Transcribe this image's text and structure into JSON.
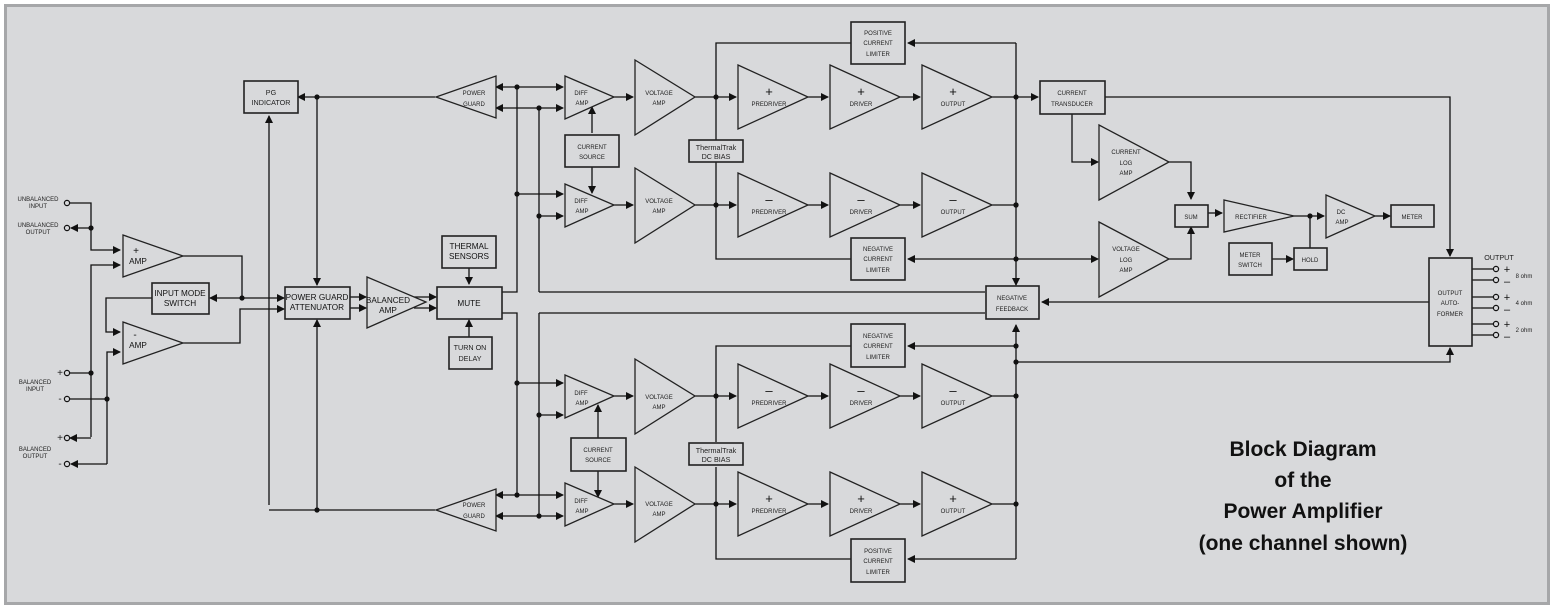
{
  "title": {
    "lines": [
      "Block Diagram",
      "of the",
      "Power Amplifier",
      "(one channel shown)"
    ]
  },
  "inputs": {
    "unbalanced_input": [
      "UNBALANCED",
      "INPUT"
    ],
    "unbalanced_output": [
      "UNBALANCED",
      "OUTPUT"
    ],
    "balanced_input": [
      "BALANCED",
      "INPUT"
    ],
    "balanced_output": [
      "BALANCED",
      "OUTPUT"
    ],
    "plus": "+",
    "minus": "-"
  },
  "blocks": {
    "pg_indicator": [
      "PG",
      "INDICATOR"
    ],
    "plus_amp": [
      "+",
      "AMP"
    ],
    "minus_amp": [
      "-",
      "AMP"
    ],
    "input_mode_switch": [
      "INPUT MODE",
      "SWITCH"
    ],
    "power_guard_attenuator": [
      "POWER GUARD",
      "ATTENUATOR"
    ],
    "balanced_amp": [
      "BALANCED",
      "AMP"
    ],
    "thermal_sensors": [
      "THERMAL",
      "SENSORS"
    ],
    "mute": "MUTE",
    "turn_on_delay": [
      "TURN ON",
      "DELAY"
    ],
    "power_guard": [
      "POWER",
      "GUARD"
    ],
    "diff_amp": [
      "DIFF",
      "AMP"
    ],
    "current_source": [
      "CURRENT",
      "SOURCE"
    ],
    "voltage_amp": [
      "VOLTAGE",
      "AMP"
    ],
    "thermaltrak": [
      "ThermalTrak",
      "DC BIAS"
    ],
    "predriver": "PREDRIVER",
    "driver": "DRIVER",
    "output": "OUTPUT",
    "positive_current_limiter": [
      "POSITIVE",
      "CURRENT",
      "LIMITER"
    ],
    "negative_current_limiter": [
      "NEGATIVE",
      "CURRENT",
      "LIMITER"
    ],
    "negative_feedback": [
      "NEGATIVE",
      "FEEDBACK"
    ],
    "current_transducer": [
      "CURRENT",
      "TRANSDUCER"
    ],
    "current_log_amp": [
      "CURRENT",
      "LOG",
      "AMP"
    ],
    "voltage_log_amp": [
      "VOLTAGE",
      "LOG",
      "AMP"
    ],
    "sum": "SUM",
    "rectifier": "RECTIFIER",
    "dc_amp": [
      "DC",
      "AMP"
    ],
    "meter": "METER",
    "meter_switch": [
      "METER",
      "SWITCH"
    ],
    "hold": "HOLD",
    "output_autoformer": [
      "OUTPUT",
      "AUTO-",
      "FORMER"
    ]
  },
  "signs": {
    "plus": "+",
    "minus": "–"
  },
  "outputs": {
    "heading": "OUTPUT",
    "taps": [
      "8 ohm",
      "4 ohm",
      "2 ohm"
    ]
  }
}
